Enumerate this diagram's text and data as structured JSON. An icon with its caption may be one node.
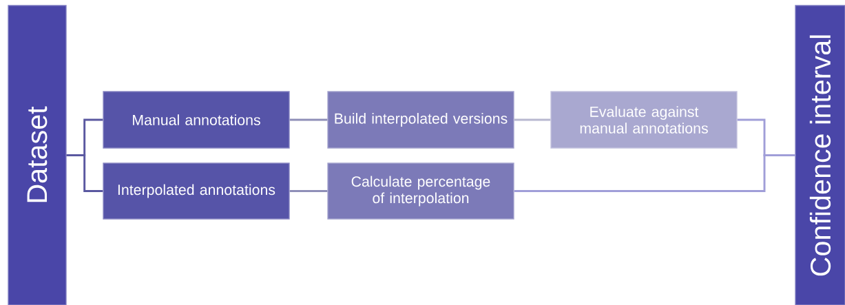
{
  "diagram": {
    "nodes": [
      {
        "text": [
          "Dataset"
        ]
      },
      {
        "text": [
          "Manual annotations"
        ]
      },
      {
        "text": [
          "Build interpolated versions"
        ]
      },
      {
        "text": [
          "Evaluate against manual annotations"
        ]
      },
      {
        "text": [
          "Interpolated annotations"
        ]
      },
      {
        "text": [
          "Calculate percentage of interpolation"
        ]
      },
      {
        "text": [
          "Confidence interval"
        ]
      }
    ],
    "edges": [
      {
        "from": 0,
        "to": 1,
        "arrow": "none",
        "color": "#5a58a0"
      },
      {
        "from": 0,
        "to": 4,
        "arrow": "none",
        "color": "#5a58a0"
      },
      {
        "from": 1,
        "to": 2,
        "arrow": "none",
        "color": "#8f8fb8"
      },
      {
        "from": 2,
        "to": 3,
        "arrow": "none",
        "color": "#b8b8d0"
      },
      {
        "from": 3,
        "to": 6,
        "arrow": "none",
        "color": "#a09ed8"
      },
      {
        "from": 4,
        "to": 5,
        "arrow": "none",
        "color": "#8f8fb8"
      },
      {
        "from": 5,
        "to": 6,
        "arrow": "none",
        "color": "#a09ed8"
      }
    ]
  }
}
